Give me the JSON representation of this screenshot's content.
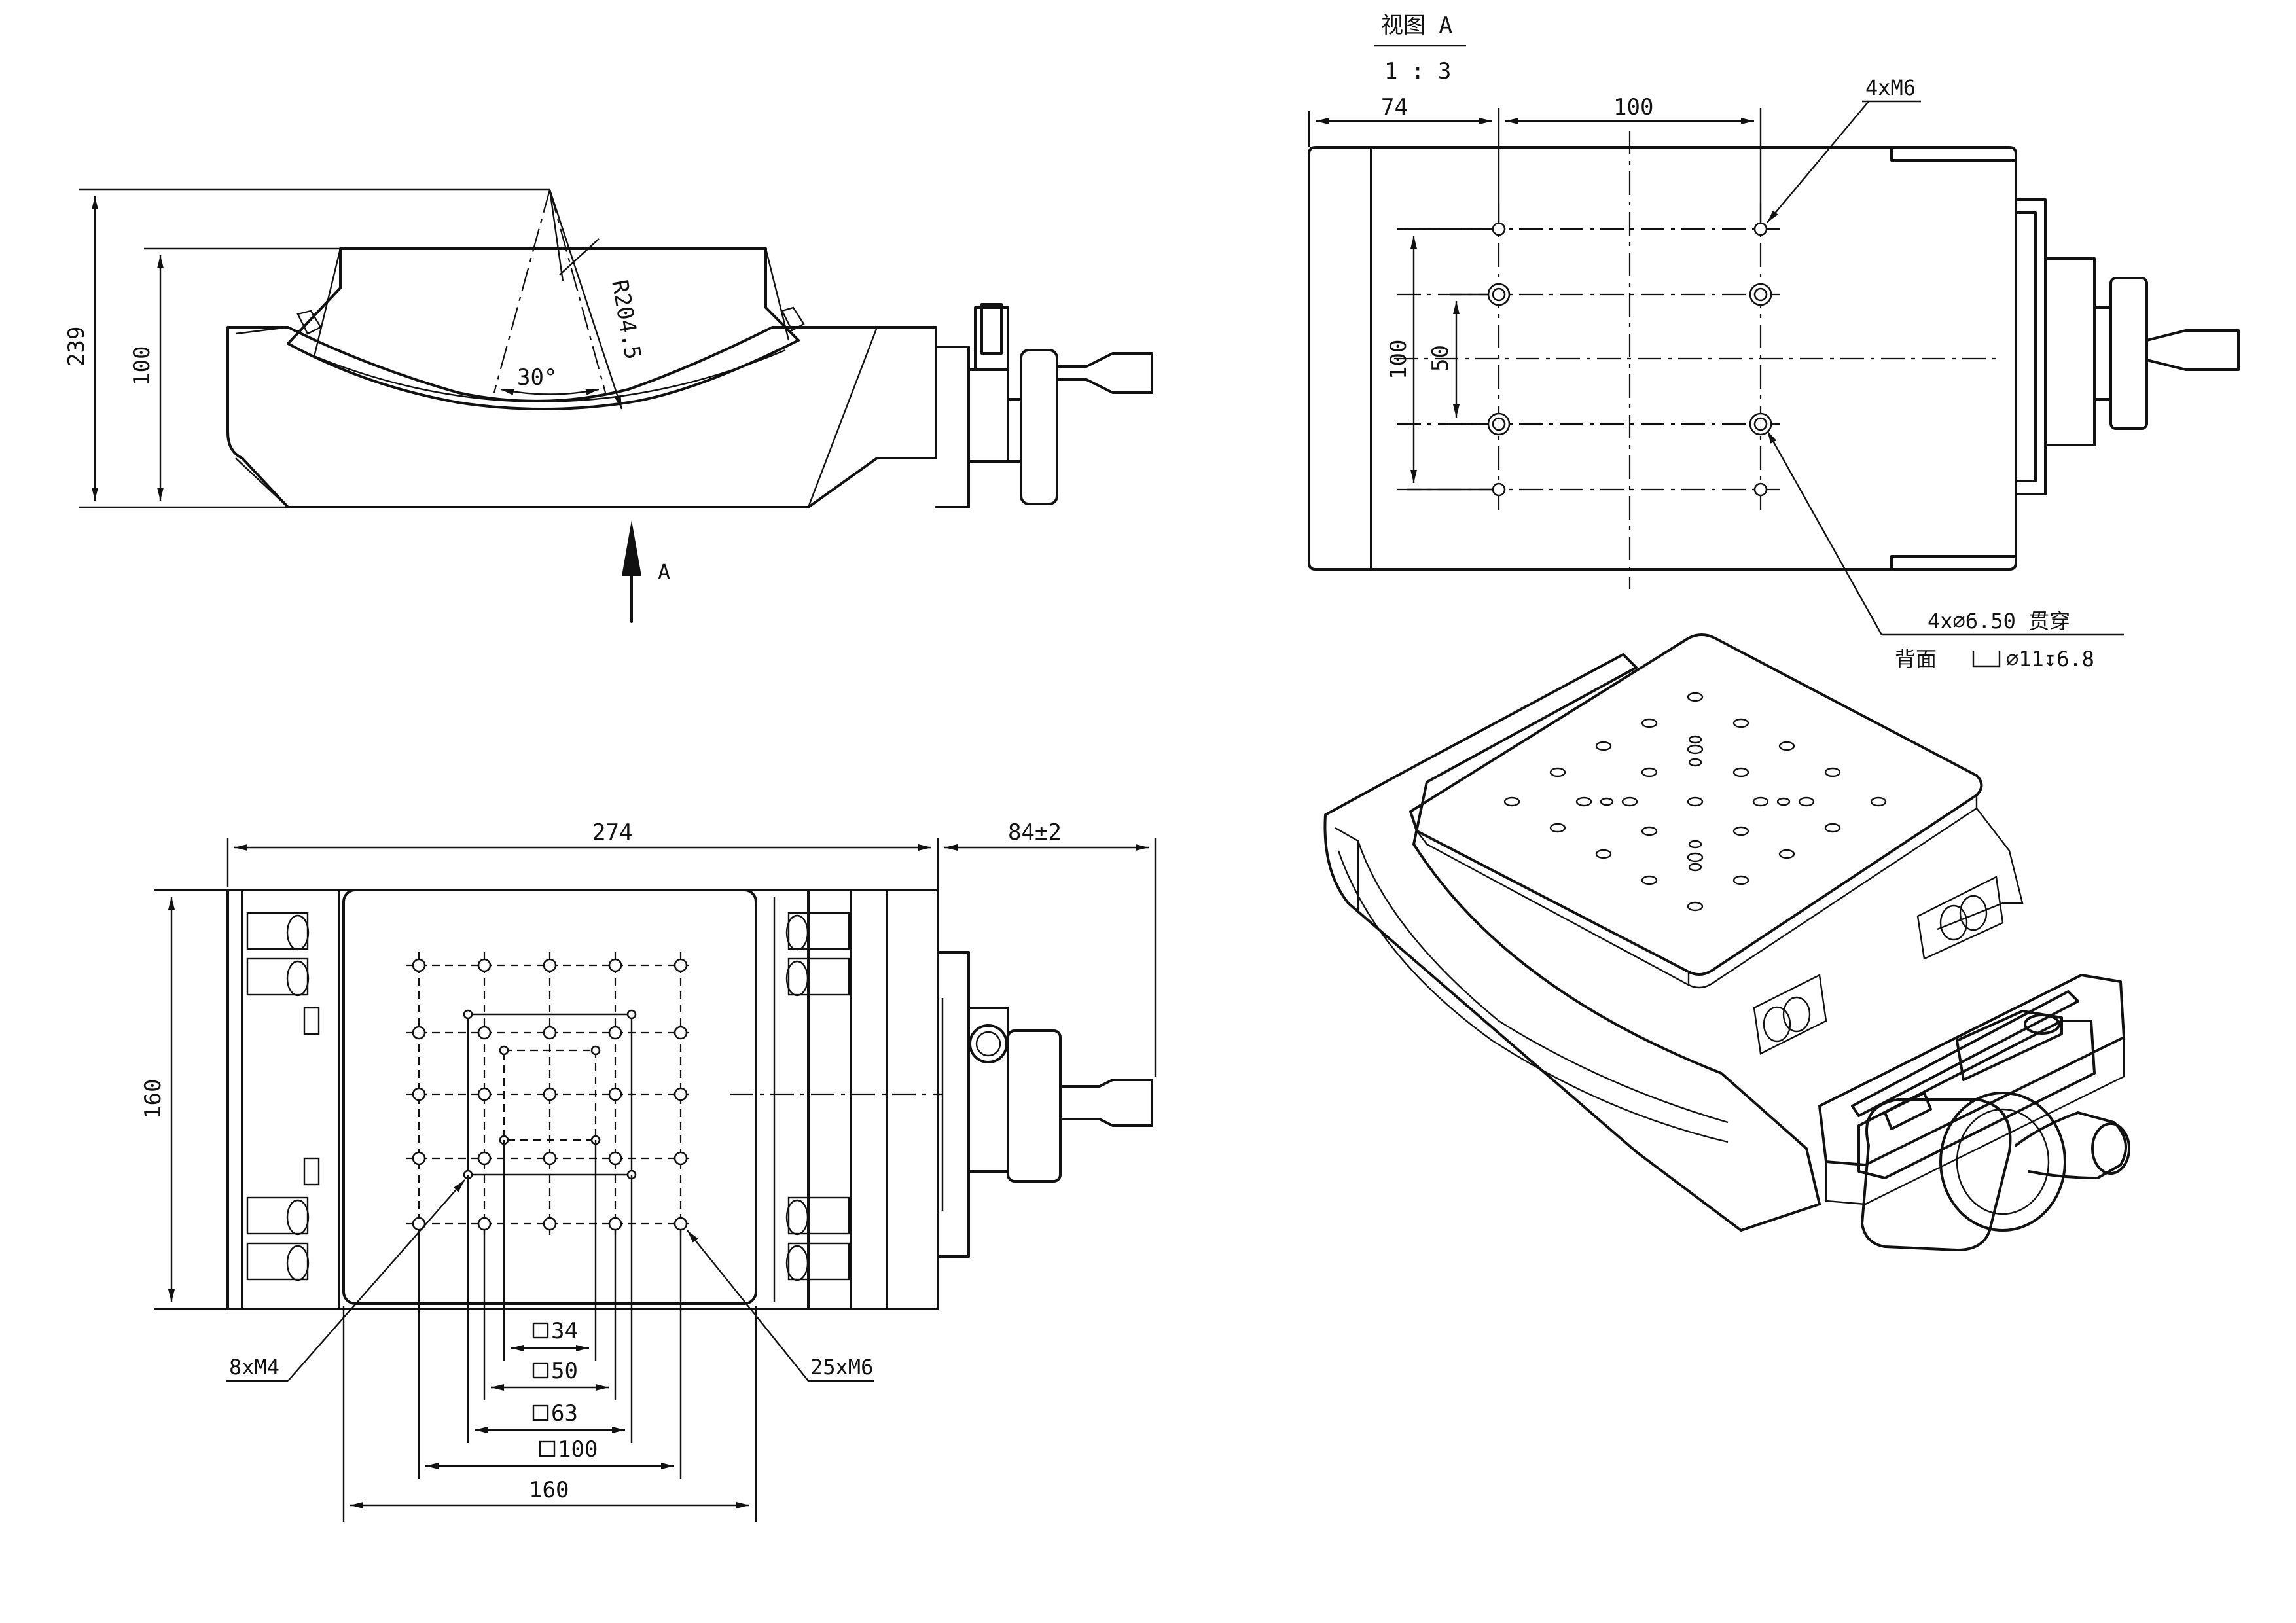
{
  "view_a": {
    "title": "视图 A",
    "scale": "1 : 3",
    "dim_74": "74",
    "dim_100": "100",
    "dim_100_vert": "100",
    "dim_50_vert": "50",
    "callout_4xm6": "4xM6",
    "callout_through": "4x⌀6.50 贯穿",
    "callout_back": "背面",
    "callout_cbore": "⌀11↧6.8"
  },
  "side_view": {
    "dim_239": "239",
    "dim_100": "100",
    "angle": "30°",
    "radius": "R204.5",
    "view_marker": "A"
  },
  "top_view": {
    "dim_274": "274",
    "dim_84": "84±2",
    "dim_160_vert": "160",
    "callout_8xm4": "8xM4",
    "callout_25xm6": "25xM6",
    "sq_34": "34",
    "sq_50": "50",
    "sq_63": "63",
    "sq_100": "100",
    "dim_160_bottom": "160"
  }
}
